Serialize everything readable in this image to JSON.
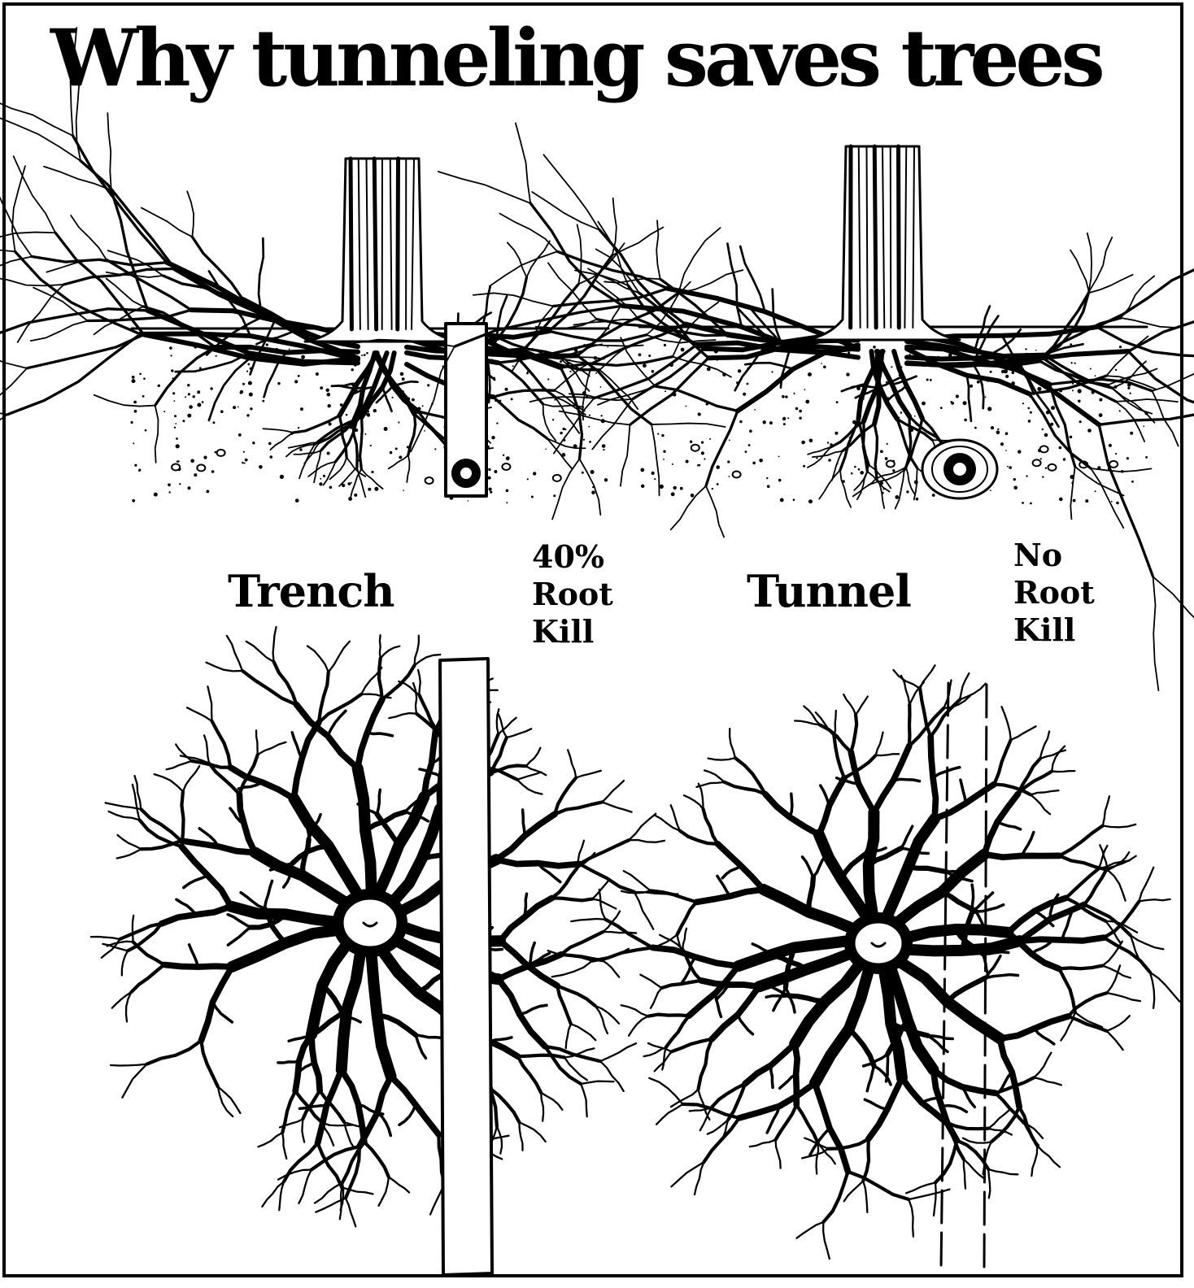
{
  "title": "Why tunneling saves trees",
  "panels": {
    "trench": {
      "label": "Trench",
      "note_line1": "40%",
      "note_line2": "Root",
      "note_line3": "Kill"
    },
    "tunnel": {
      "label": "Tunnel",
      "note_line1": "No",
      "note_line2": "Root",
      "note_line3": "Kill"
    }
  },
  "colors": {
    "ink": "#000000",
    "paper": "#ffffff"
  }
}
